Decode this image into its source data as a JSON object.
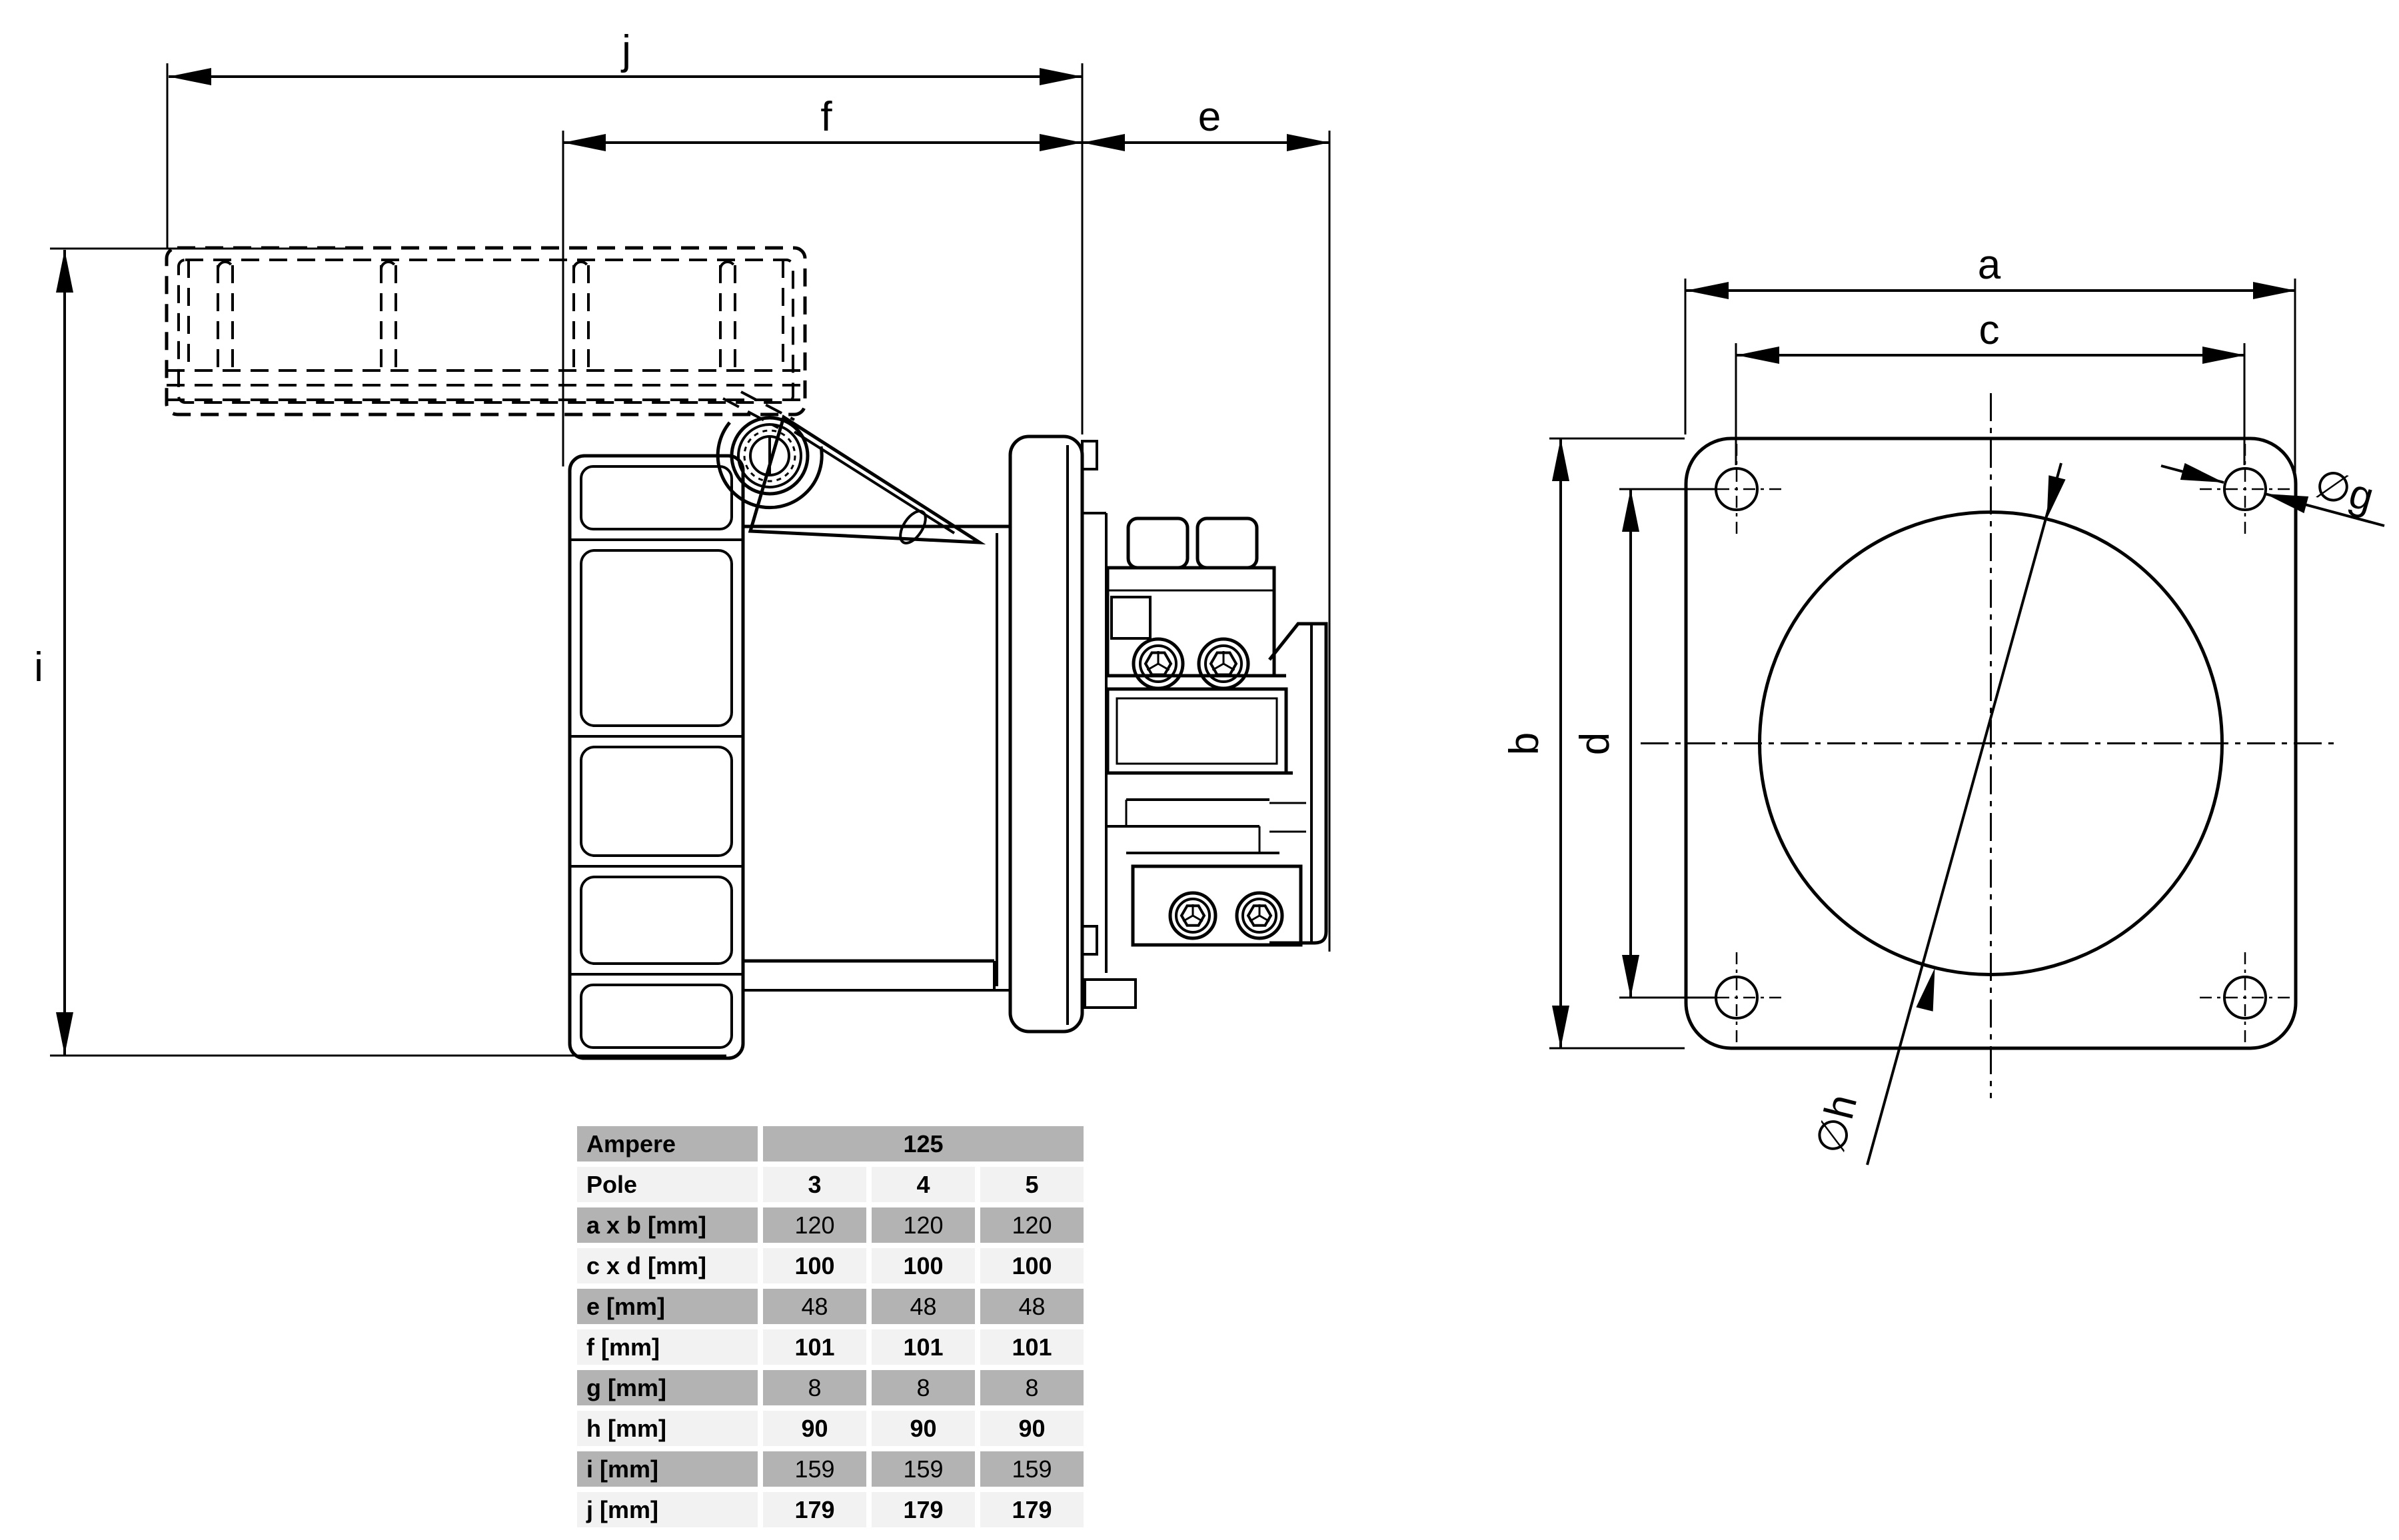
{
  "drawing": {
    "background": "#ffffff",
    "line_color": "#000000",
    "views": {
      "side_view_name": "side-view-of-socket",
      "front_view_name": "mounting-flange-front-view"
    }
  },
  "side_view": {
    "labels": {
      "j": "j",
      "f": "f",
      "e": "e",
      "i": "i"
    }
  },
  "front_view": {
    "labels": {
      "a": "a",
      "c": "c",
      "b": "b",
      "d": "d",
      "g": "∅g",
      "h": "∅h"
    }
  },
  "table": {
    "colors": {
      "dark_row": "#b3b3b3",
      "light_row": "#f2f2f2"
    },
    "rows": [
      {
        "label": "Ampere",
        "values": [
          "125"
        ],
        "span": 3,
        "shade": "dark",
        "bold": true
      },
      {
        "label": "Pole",
        "values": [
          "3",
          "4",
          "5"
        ],
        "span": 1,
        "shade": "light",
        "bold": true
      },
      {
        "label": "a x b [mm]",
        "values": [
          "120",
          "120",
          "120"
        ],
        "span": 1,
        "shade": "dark",
        "bold": false
      },
      {
        "label": "c x d [mm]",
        "values": [
          "100",
          "100",
          "100"
        ],
        "span": 1,
        "shade": "light",
        "bold": true
      },
      {
        "label": "e [mm]",
        "values": [
          "48",
          "48",
          "48"
        ],
        "span": 1,
        "shade": "dark",
        "bold": false
      },
      {
        "label": "f [mm]",
        "values": [
          "101",
          "101",
          "101"
        ],
        "span": 1,
        "shade": "light",
        "bold": true
      },
      {
        "label": "g [mm]",
        "values": [
          "8",
          "8",
          "8"
        ],
        "span": 1,
        "shade": "dark",
        "bold": false
      },
      {
        "label": "h [mm]",
        "values": [
          "90",
          "90",
          "90"
        ],
        "span": 1,
        "shade": "light",
        "bold": true
      },
      {
        "label": "i [mm]",
        "values": [
          "159",
          "159",
          "159"
        ],
        "span": 1,
        "shade": "dark",
        "bold": false
      },
      {
        "label": "j [mm]",
        "values": [
          "179",
          "179",
          "179"
        ],
        "span": 1,
        "shade": "light",
        "bold": true
      }
    ]
  }
}
